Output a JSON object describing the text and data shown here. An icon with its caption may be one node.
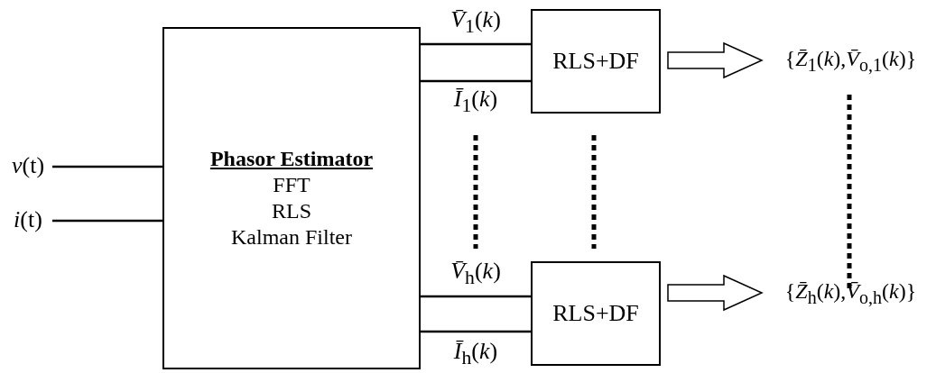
{
  "diagram": {
    "nodes": [
      {
        "text": [
          "Phasor Estimator",
          "FFT",
          "RLS",
          "Kalman Filter"
        ]
      },
      {
        "text": [
          "*v*(t)"
        ]
      },
      {
        "text": [
          "*i*(t)"
        ]
      },
      {
        "text": [
          "RLS+DF"
        ]
      },
      {
        "text": [
          "RLS+DF"
        ]
      },
      {
        "text": [
          "{*Z̄*$_{1}$(*k*),*V̄*$_{o,1}$(*k*)}"
        ]
      },
      {
        "text": [
          "{*Z̄*$_{h}$(*k*),*V̄*$_{o,h}$(*k*)}"
        ]
      }
    ],
    "edges": [
      {
        "from": 1,
        "to": 0,
        "arrow": "none"
      },
      {
        "from": 2,
        "to": 0,
        "arrow": "none"
      },
      {
        "from": 0,
        "to": 3,
        "arrow": "none",
        "label": "*V̄*$_{1}$(*k*)"
      },
      {
        "from": 0,
        "to": 3,
        "arrow": "none",
        "label": "*Ī*$_{1}$(*k*)"
      },
      {
        "from": 0,
        "to": 4,
        "arrow": "none",
        "label": "*V̄*$_{h}$(*k*)"
      },
      {
        "from": 0,
        "to": 4,
        "arrow": "none",
        "label": "*Ī*$_{h}$(*k*)"
      },
      {
        "from": 3,
        "to": 5,
        "arrow": "to",
        "style": "thick"
      },
      {
        "from": 4,
        "to": 6,
        "arrow": "to",
        "style": "thick"
      }
    ]
  }
}
